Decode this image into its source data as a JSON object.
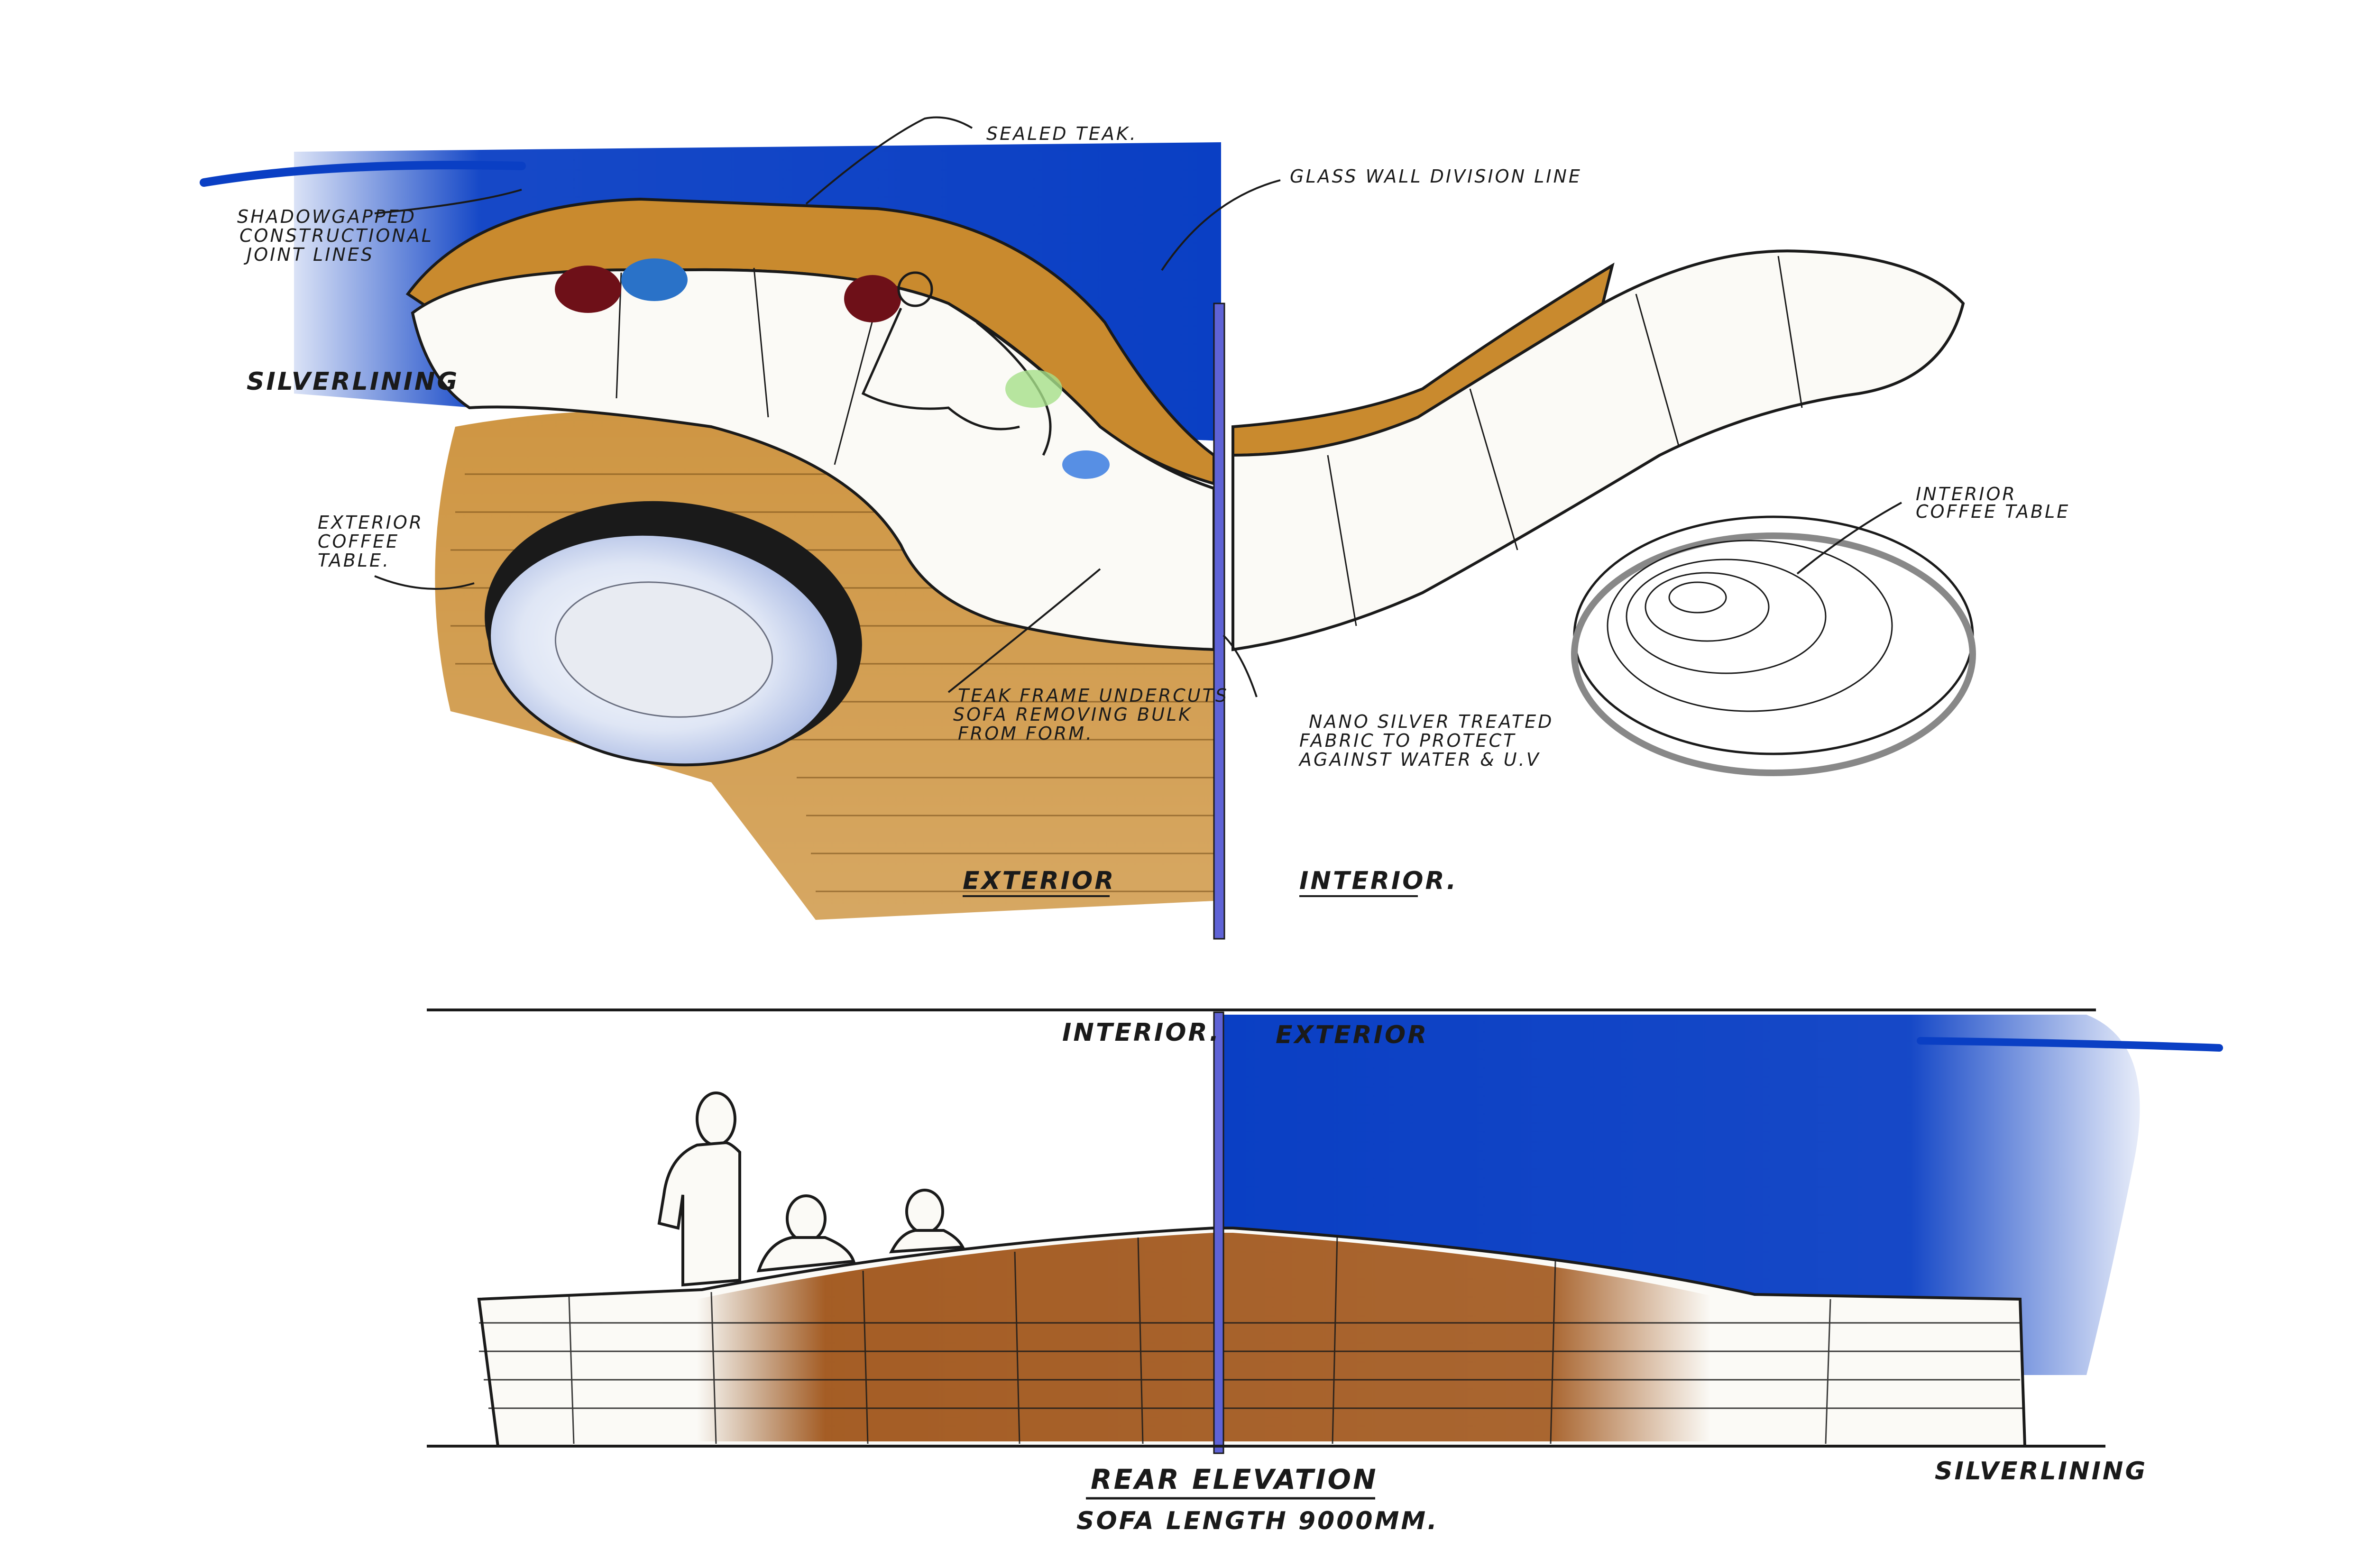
{
  "annotations": {
    "sealed_teak": "SEALED TEAK.",
    "glass_wall": "GLASS WALL DIVISION LINE",
    "shadow_gapped_1": "SHADOWGAPPED",
    "shadow_gapped_2": "CONSTRUCTIONAL",
    "shadow_gapped_3": "JOINT LINES",
    "silverlining_top": "SILVERLINING",
    "exterior_table_1": "EXTERIOR",
    "exterior_table_2": "COFFEE",
    "exterior_table_3": "TABLE.",
    "interior_table_1": "INTERIOR",
    "interior_table_2": "COFFEE TABLE",
    "teak_frame_1": "TEAK FRAME UNDERCUTS",
    "teak_frame_2": "SOFA REMOVING BULK",
    "teak_frame_3": "FROM FORM.",
    "nano_1": "NANO SILVER TREATED",
    "nano_2": "FABRIC TO PROTECT",
    "nano_3": "AGAINST WATER & U.V"
  },
  "plan": {
    "exterior_label": "EXTERIOR",
    "interior_label": "INTERIOR."
  },
  "elevation": {
    "interior_label": "INTERIOR.",
    "exterior_label": "EXTERIOR",
    "silverlining": "SILVERLINING",
    "title": "REAR ELEVATION",
    "subtitle": "SOFA LENGTH 9000MM."
  },
  "colors": {
    "sky_blue": "#0a3fc4",
    "teak": "#c98a2e",
    "teak_dark": "#8a4a14",
    "glass_line": "#5f63d6",
    "fabric": "#fbfaf6",
    "ink": "#1a1a1a"
  }
}
